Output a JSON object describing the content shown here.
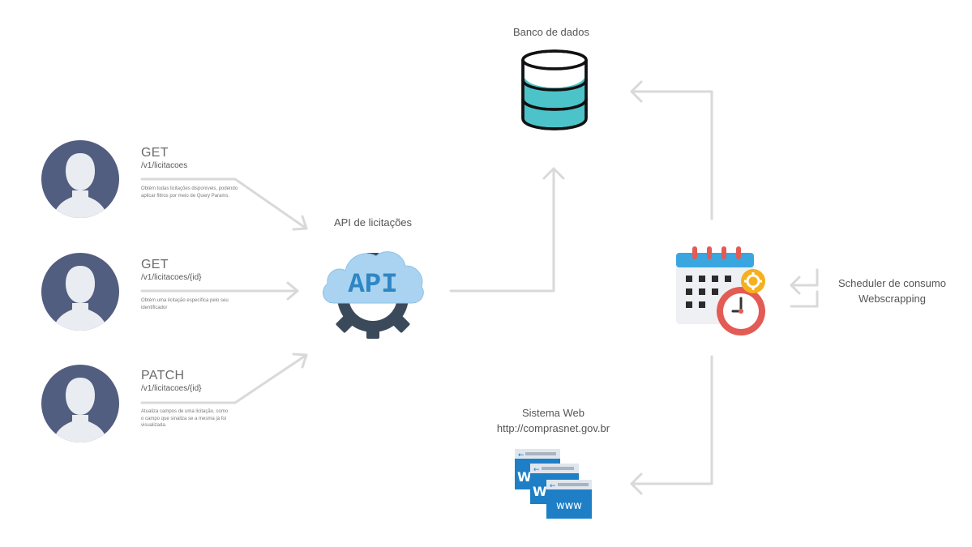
{
  "clients": [
    {
      "method": "GET",
      "path": "/v1/licitacoes",
      "description": "Obtém todas licitações disponíveis, podendo aplicar filtros por meio de Query Params."
    },
    {
      "method": "GET",
      "path": "/v1/licitacoes/{id}",
      "description": "Obtém uma licitação específica pelo seu identificador"
    },
    {
      "method": "PATCH",
      "path": "/v1/licitacoes/{id}",
      "description": "Atualiza campos de uma licitação, como o campo que sinaliza se a mesma já foi visualizada."
    }
  ],
  "api": {
    "label": "API de licitações",
    "icon_text": "API"
  },
  "database": {
    "label": "Banco de dados"
  },
  "scheduler": {
    "label_line1": "Scheduler de consumo",
    "label_line2": "Webscrapping"
  },
  "web_system": {
    "label_line1": "Sistema Web",
    "label_line2": "http://comprasnet.gov.br",
    "browser_text": "www"
  },
  "colors": {
    "avatar_bg": "#e9ecf1",
    "avatar_fg": "#525e80",
    "connector": "#d9d9d9",
    "cloud": "#a9d3f0",
    "gear": "#3b4a5a",
    "api_text": "#2f86c4",
    "db_fill": "#4cc3c9",
    "calendar_header": "#3aa6e0",
    "clock_red": "#e25b54",
    "gear_orange": "#f6b01e",
    "browser_blue": "#1e7fc6"
  }
}
